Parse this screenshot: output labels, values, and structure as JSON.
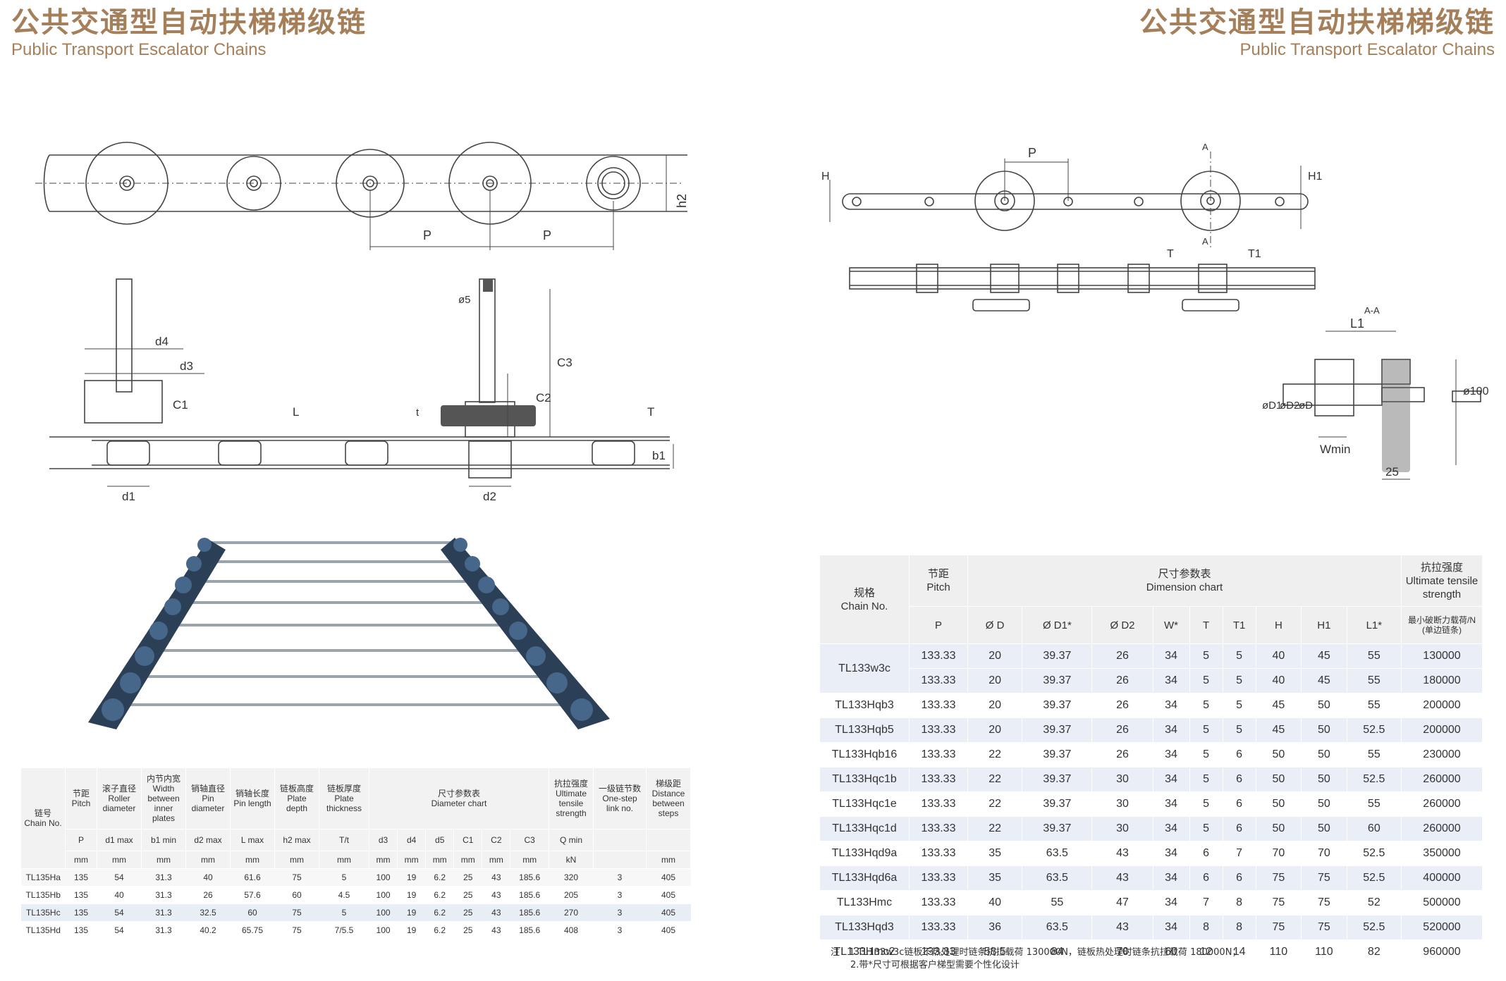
{
  "header": {
    "title_zh": "公共交通型自动扶梯梯级链",
    "title_en": "Public Transport Escalator Chains"
  },
  "left_drawing": {
    "top_labels": {
      "h2": "h2",
      "p1": "P",
      "p2": "P"
    },
    "side_labels": {
      "d4": "d4",
      "d3": "d3",
      "c1": "C1",
      "l": "L",
      "d1": "d1",
      "t_small": "t",
      "c2": "C2",
      "c3": "C3",
      "phi5": "ø5",
      "d2": "d2",
      "t": "T",
      "b1": "b1"
    }
  },
  "right_drawing": {
    "labels": {
      "p": "P",
      "h": "H",
      "h1": "H1",
      "a_top": "A",
      "a_bottom": "A",
      "t": "T",
      "t1": "T1",
      "aa": "A-A",
      "l1": "L1",
      "d1": "øD1",
      "d2": "øD2",
      "d": "øD",
      "phi100": "ø100",
      "wmin": "Wmin",
      "n25": "25"
    }
  },
  "left_table": {
    "headers": [
      {
        "zh": "链号",
        "en": "Chain No."
      },
      {
        "zh": "节距",
        "en": "Pitch"
      },
      {
        "zh": "滚子直径",
        "en": "Roller diameter"
      },
      {
        "zh": "内节内宽",
        "en": "Width between inner plates"
      },
      {
        "zh": "销轴直径",
        "en": "Pin diameter"
      },
      {
        "zh": "销轴长度",
        "en": "Pin length"
      },
      {
        "zh": "链板高度",
        "en": "Plate depth"
      },
      {
        "zh": "链板厚度",
        "en": "Plate thickness"
      },
      {
        "zh": "尺寸参数表",
        "en": "Diameter chart"
      },
      {
        "zh": "抗拉强度",
        "en": "Ultimate tensile strength"
      },
      {
        "zh": "一级链节数",
        "en": "One-step link no."
      },
      {
        "zh": "梯级距",
        "en": "Distance between steps"
      }
    ],
    "symbols": [
      "P",
      "d1 max",
      "b1 min",
      "d2 max",
      "L max",
      "h2 max",
      "T/t",
      "d3",
      "d4",
      "d5",
      "C1",
      "C2",
      "C3",
      "Q min",
      "",
      ""
    ],
    "units": [
      "mm",
      "mm",
      "mm",
      "mm",
      "mm",
      "mm",
      "mm",
      "mm",
      "mm",
      "mm",
      "mm",
      "mm",
      "mm",
      "kN",
      "",
      "mm"
    ],
    "rows": [
      [
        "TL135Ha",
        "135",
        "54",
        "31.3",
        "40",
        "61.6",
        "75",
        "5",
        "100",
        "19",
        "6.2",
        "25",
        "43",
        "185.6",
        "320",
        "3",
        "405"
      ],
      [
        "TL135Hb",
        "135",
        "40",
        "31.3",
        "26",
        "57.6",
        "60",
        "4.5",
        "100",
        "19",
        "6.2",
        "25",
        "43",
        "185.6",
        "205",
        "3",
        "405"
      ],
      [
        "TL135Hc",
        "135",
        "54",
        "31.3",
        "32.5",
        "60",
        "75",
        "5",
        "100",
        "19",
        "6.2",
        "25",
        "43",
        "185.6",
        "270",
        "3",
        "405"
      ],
      [
        "TL135Hd",
        "135",
        "54",
        "31.3",
        "40.2",
        "65.75",
        "75",
        "7/5.5",
        "100",
        "19",
        "6.2",
        "25",
        "43",
        "185.6",
        "408",
        "3",
        "405"
      ]
    ]
  },
  "right_table": {
    "col_chain_zh": "规格",
    "col_chain_en": "Chain No.",
    "col_pitch_zh": "节距",
    "col_pitch_en": "Pitch",
    "dim_zh": "尺寸参数表",
    "dim_en": "Dimension chart",
    "strength_zh": "抗拉强度",
    "strength_en": "Ultimate tensile strength",
    "strength_sub": "最小破断力载荷/N (单边链条)",
    "subheaders": [
      "P",
      "Ø D",
      "Ø D1*",
      "Ø D2",
      "W*",
      "T",
      "T1",
      "H",
      "H1",
      "L1*"
    ],
    "rows": [
      [
        "TL133w3c",
        "133.33",
        "20",
        "39.37",
        "26",
        "34",
        "5",
        "5",
        "40",
        "45",
        "55",
        "130000"
      ],
      [
        "",
        "133.33",
        "20",
        "39.37",
        "26",
        "34",
        "5",
        "5",
        "40",
        "45",
        "55",
        "180000"
      ],
      [
        "TL133Hqb3",
        "133.33",
        "20",
        "39.37",
        "26",
        "34",
        "5",
        "5",
        "45",
        "50",
        "55",
        "200000"
      ],
      [
        "TL133Hqb5",
        "133.33",
        "20",
        "39.37",
        "26",
        "34",
        "5",
        "5",
        "45",
        "50",
        "52.5",
        "200000"
      ],
      [
        "TL133Hqb16",
        "133.33",
        "22",
        "39.37",
        "26",
        "34",
        "5",
        "6",
        "50",
        "50",
        "55",
        "230000"
      ],
      [
        "TL133Hqc1b",
        "133.33",
        "22",
        "39.37",
        "30",
        "34",
        "5",
        "6",
        "50",
        "50",
        "52.5",
        "260000"
      ],
      [
        "TL133Hqc1e",
        "133.33",
        "22",
        "39.37",
        "30",
        "34",
        "5",
        "6",
        "50",
        "50",
        "55",
        "260000"
      ],
      [
        "TL133Hqc1d",
        "133.33",
        "22",
        "39.37",
        "30",
        "34",
        "5",
        "6",
        "50",
        "50",
        "60",
        "260000"
      ],
      [
        "TL133Hqd9a",
        "133.33",
        "35",
        "63.5",
        "43",
        "34",
        "6",
        "7",
        "70",
        "70",
        "52.5",
        "350000"
      ],
      [
        "TL133Hqd6a",
        "133.33",
        "35",
        "63.5",
        "43",
        "34",
        "6",
        "6",
        "75",
        "75",
        "52.5",
        "400000"
      ],
      [
        "TL133Hmc",
        "133.33",
        "40",
        "55",
        "47",
        "34",
        "7",
        "8",
        "75",
        "75",
        "52",
        "500000"
      ],
      [
        "TL133Hqd3",
        "133.33",
        "36",
        "63.5",
        "43",
        "34",
        "8",
        "8",
        "75",
        "75",
        "52.5",
        "520000"
      ],
      [
        "TL133Hmc2",
        "133.33",
        "58.5",
        "84",
        "70",
        "60",
        "12",
        "14",
        "110",
        "110",
        "82",
        "960000"
      ]
    ]
  },
  "notes": {
    "line1": "注：1.TL133w3c链板不热处理时链条抗拉载荷 130000N，链板热处理时链条抗拉载荷 180000N；",
    "line2": "2.带*尺寸可根据客户梯型需要个性化设计"
  }
}
